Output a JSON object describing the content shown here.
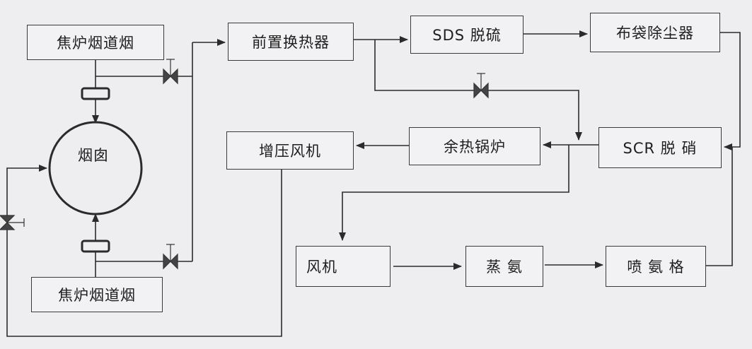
{
  "diagram": {
    "nodes": {
      "coke_flue_top": "焦炉烟道烟",
      "coke_flue_bottom": "焦炉烟道烟",
      "chimney": "烟囱",
      "pre_heat_exchanger": "前置换热器",
      "sds_desulfurization": "SDS 脱硫",
      "bag_filter": "布袋除尘器",
      "scr_denitration": "SCR  脱  硝",
      "waste_heat_boiler": "余热锅炉",
      "booster_fan": "增压风机",
      "fan": "风机",
      "ammonia_evaporation": "蒸  氨",
      "ammonia_grid": "喷 氨 格"
    },
    "colors": {
      "line": "#2b2b2b",
      "box_border": "#3a3a3a",
      "background": "#eeeef0",
      "valve": "#444444"
    }
  }
}
